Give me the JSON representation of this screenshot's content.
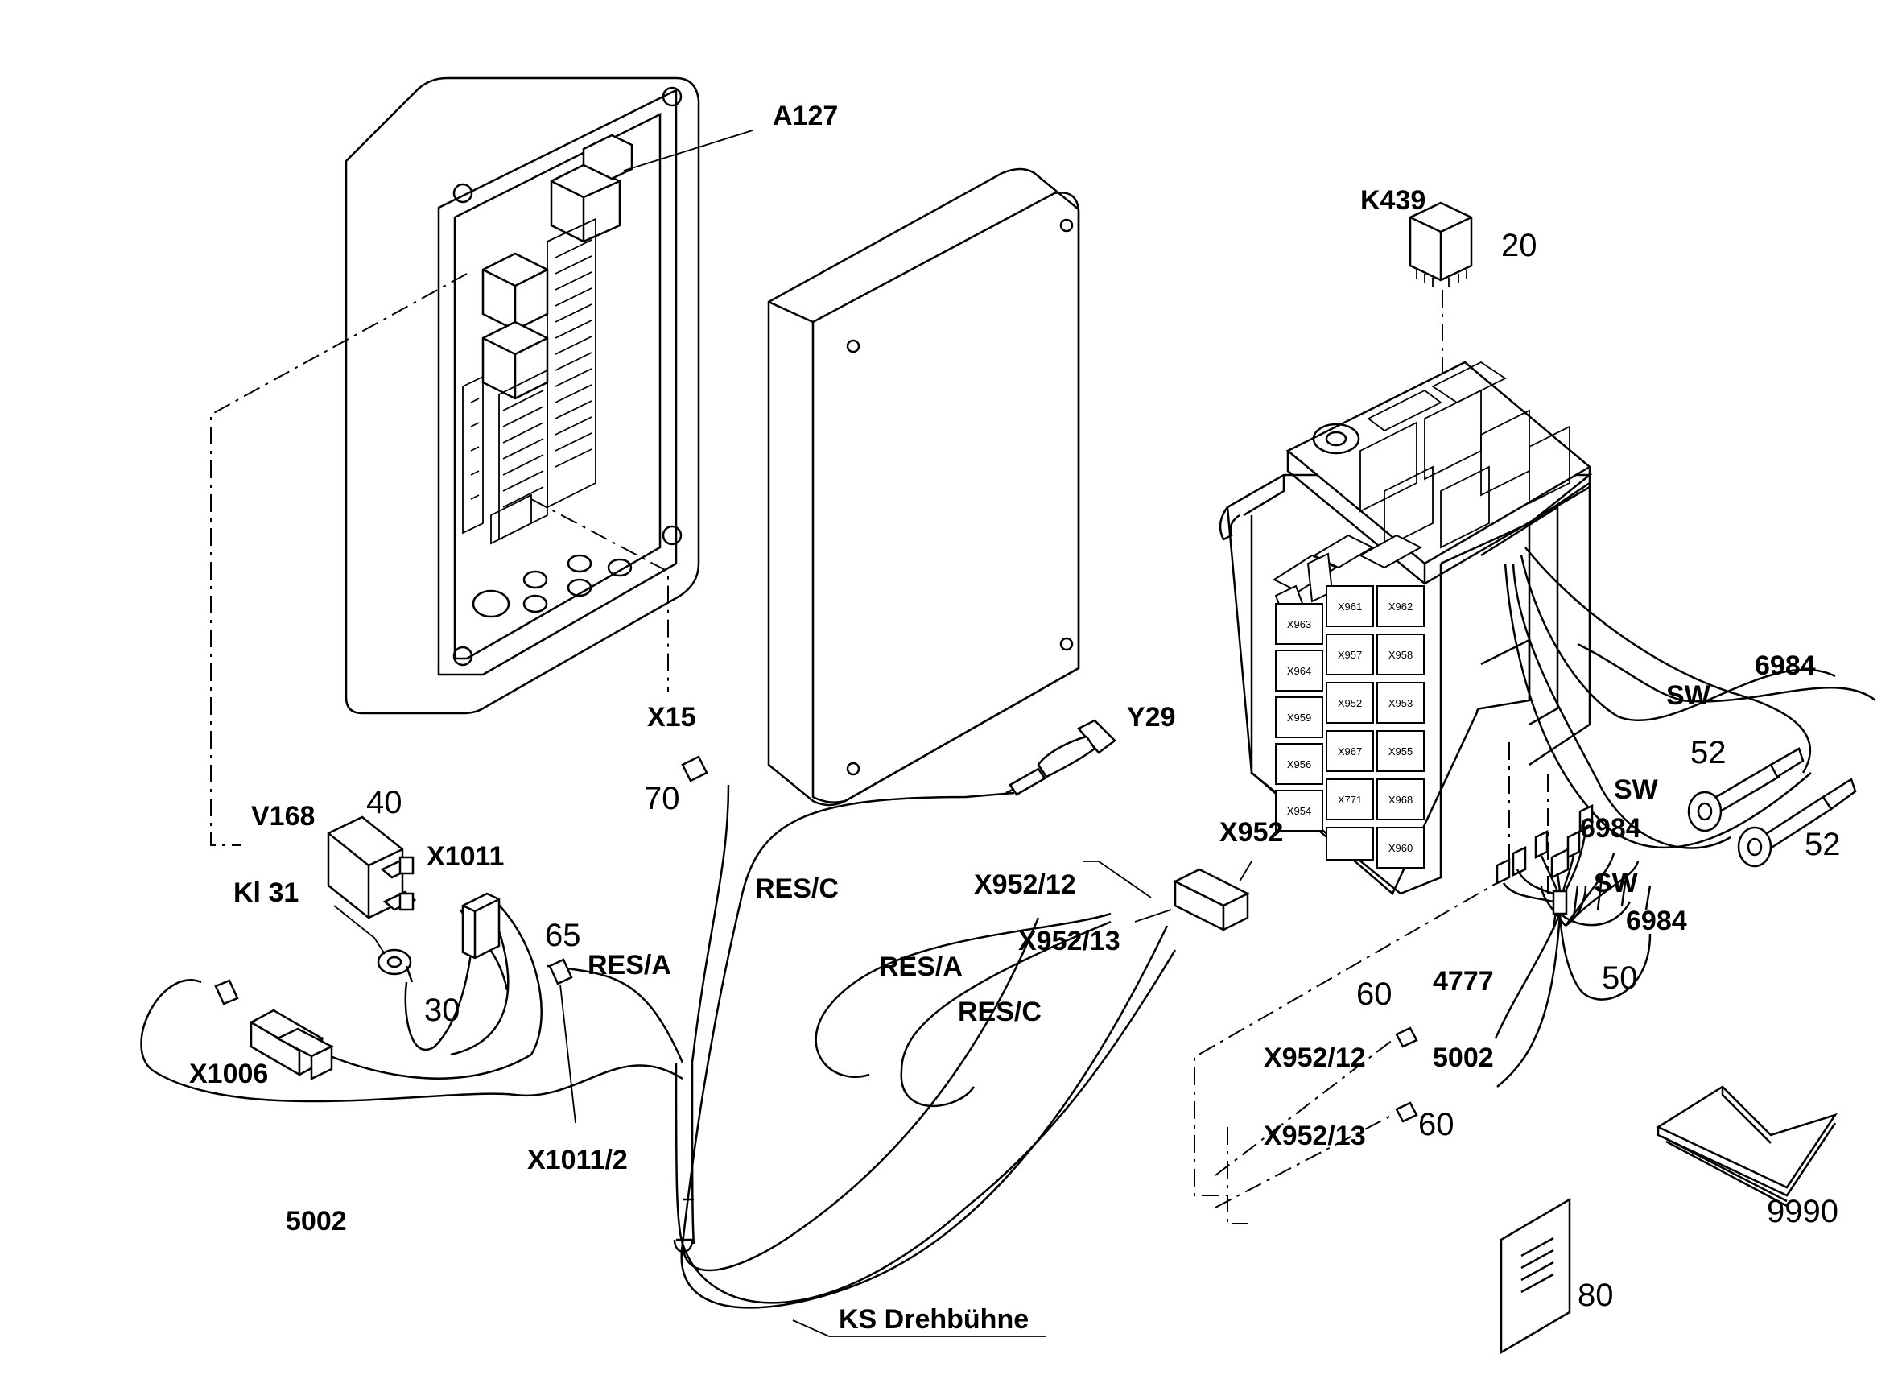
{
  "labels": {
    "a127": "A127",
    "k439": "K439",
    "n20": "20",
    "x15": "X15",
    "n70": "70",
    "y29": "Y29",
    "v168": "V168",
    "n40": "40",
    "x1011": "X1011",
    "kl31": "Kl 31",
    "n65": "65",
    "res_a_1": "RES/A",
    "res_c_1": "RES/C",
    "n30": "30",
    "x1006": "X1006",
    "x1011_2": "X1011/2",
    "n5002_1": "5002",
    "x952": "X952",
    "x952_12_1": "X952/12",
    "x952_13_1": "X952/13",
    "res_a_2": "RES/A",
    "res_c_2": "RES/C",
    "ks": "KS Drehbühne",
    "n6984_1": "6984",
    "sw_1": "SW",
    "n52_1": "52",
    "sw_2": "SW",
    "n6984_2": "6984",
    "n52_2": "52",
    "sw_3": "SW",
    "n6984_3": "6984",
    "n50": "50",
    "n4777": "4777",
    "n60_1": "60",
    "x952_12_2": "X952/12",
    "n5002_2": "5002",
    "x952_13_2": "X952/13",
    "n60_2": "60",
    "n9990": "9990",
    "n80": "80"
  },
  "fuse_labels": [
    "X963",
    "X961",
    "X962",
    "X964",
    "X957",
    "X958",
    "X959",
    "X952",
    "X953",
    "X956",
    "X967",
    "X955",
    "X954",
    "X771",
    "X968",
    "X960"
  ]
}
